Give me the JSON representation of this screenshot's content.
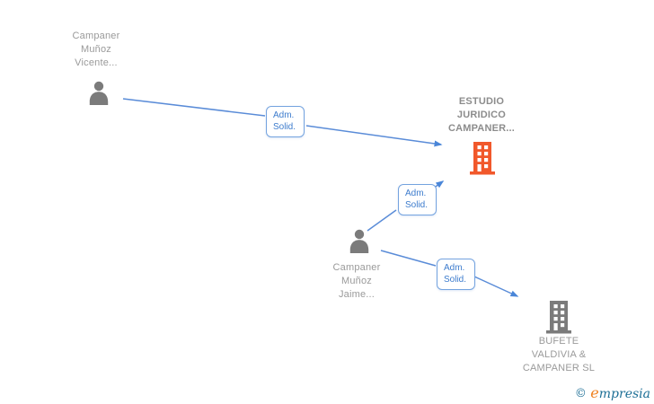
{
  "diagram_type": "company-relations-graph",
  "colors": {
    "edge_blue": "#5a8cd8",
    "edge_box_border": "#74a3df",
    "edge_box_text": "#3d7ccd",
    "icon_gray": "#7b7b7b",
    "company_highlight_orange": "#f1582b",
    "label_gray": "#9a9a9a",
    "logo_teal": "#1d6f96",
    "logo_orange": "#ef8222"
  },
  "nodes": {
    "person1": {
      "type": "person",
      "lines": {
        "0": "Campaner",
        "1": "Muñoz",
        "2": "Vicente..."
      }
    },
    "person2": {
      "type": "person",
      "lines": {
        "0": "Campaner",
        "1": "Muñoz",
        "2": "Jaime..."
      }
    },
    "company1": {
      "type": "company",
      "lines": {
        "0": "ESTUDIO",
        "1": "JURIDICO",
        "2": "CAMPANER..."
      }
    },
    "company2": {
      "type": "company",
      "lines": {
        "0": "BUFETE",
        "1": "VALDIVIA &",
        "2": "CAMPANER SL"
      }
    }
  },
  "edges": {
    "e1": {
      "from": "person1",
      "to": "company1",
      "label": {
        "0": "Adm.",
        "1": "Solid."
      }
    },
    "e2": {
      "from": "person2",
      "to": "company1",
      "label": {
        "0": "Adm.",
        "1": "Solid."
      }
    },
    "e3": {
      "from": "person2",
      "to": "company2",
      "label": {
        "0": "Adm.",
        "1": "Solid."
      }
    }
  },
  "watermark": {
    "copyright": "©",
    "brand_first": "e",
    "brand_rest": "mpresia"
  }
}
